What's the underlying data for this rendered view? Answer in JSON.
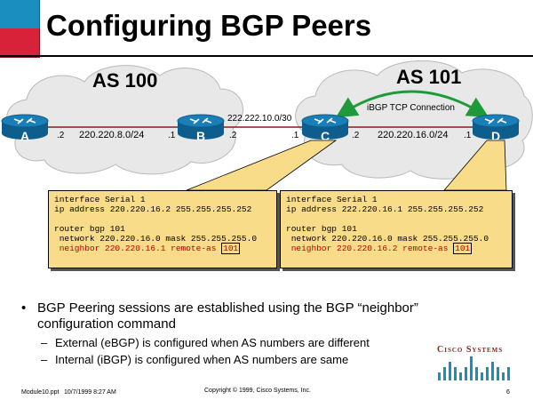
{
  "title": "Configuring BGP Peers",
  "as_left": "AS 100",
  "as_right": "AS 101",
  "ibgp_label": "iBGP TCP Connection",
  "routers": [
    "A",
    "B",
    "C",
    "D"
  ],
  "links": {
    "ab_net": "220.220.8.0/24",
    "a_if": ".2",
    "b_if_left": ".1",
    "bc_net": "222.222.10.0/30",
    "b_if_right": ".2",
    "c_if_left": ".1",
    "cd_net": "220.220.16.0/24",
    "c_if_right": ".2",
    "d_if": ".1"
  },
  "config_left": {
    "line1": "interface Serial 1",
    "line2": "ip address 220.220.16.2 255.255.255.252",
    "line3": "router bgp 101",
    "line4": " network 220.220.16.0 mask 255.255.255.0",
    "line5_prefix": " neighbor 220.220.16.1 remote-as ",
    "line5_as": "101"
  },
  "config_right": {
    "line1": "interface Serial 1",
    "line2": "ip address 222.220.16.1 255.255.255.252",
    "line3": "router bgp 101",
    "line4": " network 220.220.16.0 mask 255.255.255.0",
    "line5_prefix": " neighbor 220.220.16.2 remote-as ",
    "line5_as": "101"
  },
  "bullet_main": "BGP Peering sessions are established using the BGP “neighbor” configuration command",
  "sub_bullets": [
    "External (eBGP) is configured when AS numbers are different",
    "Internal (iBGP) is configured when AS numbers are same"
  ],
  "footer": {
    "file": "Module10.ppt",
    "date": "10/7/1999 8:27 AM",
    "copyright": "Copyright © 1999, Cisco Systems, Inc.",
    "page": "6"
  },
  "logo_text": "Cisco Systems",
  "colors": {
    "cloud": "#e8e8e8",
    "router": "#1a7fb8",
    "codebox": "#f8dc8a",
    "link": "#8b1a1a",
    "arrow": "#1f9a3a",
    "highlight": "#c00000"
  },
  "icons": [
    "router-icon",
    "cloud-icon",
    "double-arrow-icon",
    "cisco-logo-icon"
  ]
}
